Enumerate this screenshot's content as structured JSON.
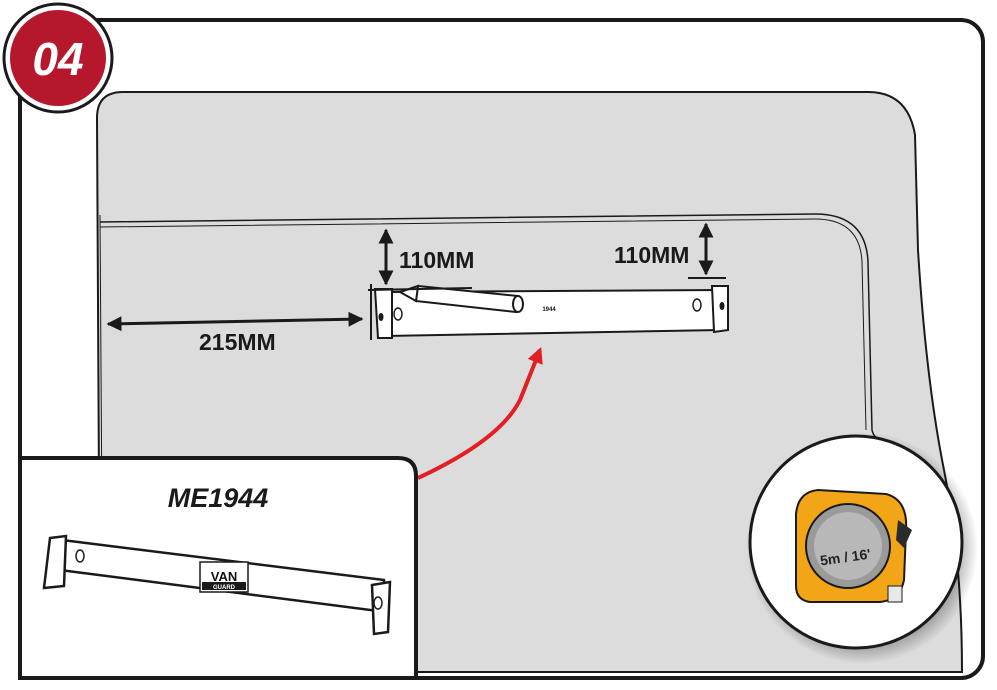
{
  "step": {
    "number": "04",
    "badge_color": "#b5182d"
  },
  "dimensions": {
    "left_offset": "215MM",
    "top_left": "110MM",
    "top_right": "110MM"
  },
  "rail": {
    "label": "1944"
  },
  "inset": {
    "title": "ME1944",
    "logo_top": "VAN",
    "logo_bottom": "GUARD"
  },
  "tape_measure": {
    "label": "5m / 16'"
  },
  "colors": {
    "panel": "#dcdcdc",
    "arrow": "#e31e24",
    "outline": "#1a1a1a",
    "tape_body": "#f2a516"
  },
  "icons": [
    "measuring-tape-icon",
    "double-arrow-icon",
    "curved-arrow-icon"
  ]
}
